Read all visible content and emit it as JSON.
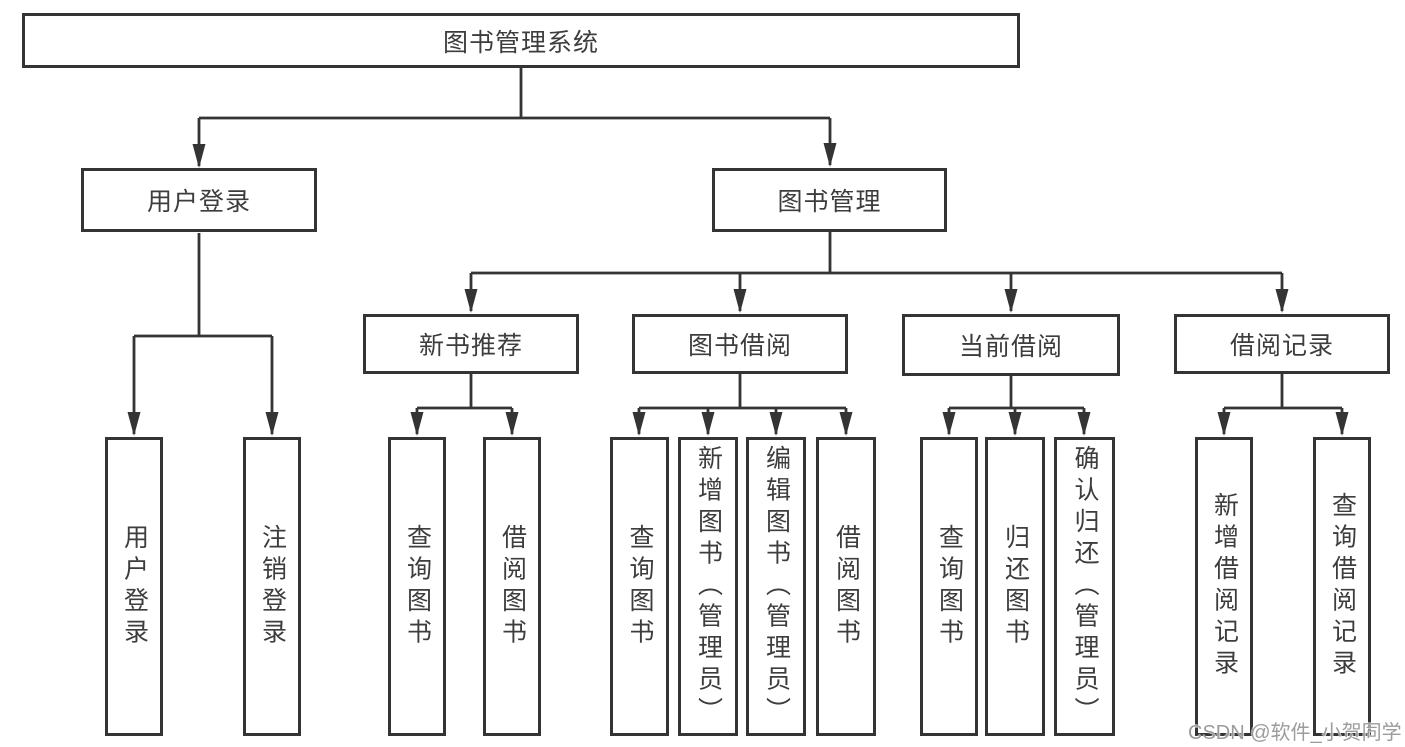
{
  "diagram_title": "图书管理系统",
  "tree": {
    "root": {
      "label": "图书管理系统",
      "children": [
        {
          "label": "用户登录",
          "children": [
            {
              "label": "用户登录"
            },
            {
              "label": "注销登录"
            }
          ]
        },
        {
          "label": "图书管理",
          "children": [
            {
              "label": "新书推荐",
              "children": [
                {
                  "label": "查询图书"
                },
                {
                  "label": "借阅图书"
                }
              ]
            },
            {
              "label": "图书借阅",
              "children": [
                {
                  "label": "查询图书"
                },
                {
                  "label": "新增图书（管理员）"
                },
                {
                  "label": "编辑图书（管理员）"
                },
                {
                  "label": "借阅图书"
                }
              ]
            },
            {
              "label": "当前借阅",
              "children": [
                {
                  "label": "查询图书"
                },
                {
                  "label": "归还图书"
                },
                {
                  "label": "确认归还（管理员）"
                }
              ]
            },
            {
              "label": "借阅记录",
              "children": [
                {
                  "label": "新增借阅记录"
                },
                {
                  "label": "查询借阅记录"
                }
              ]
            }
          ]
        }
      ]
    }
  },
  "watermark": {
    "text": "CSDN @软件_小贺同学"
  },
  "colors": {
    "line": "#343434",
    "text": "#3d3d3d",
    "background": "#ffffff",
    "watermark": "#9c9c9c"
  }
}
